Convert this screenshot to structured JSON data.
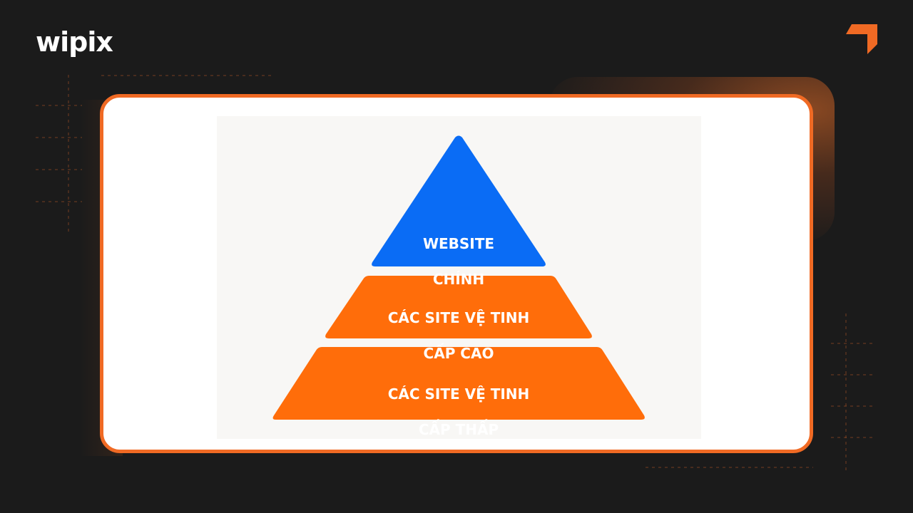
{
  "brand": {
    "logo_text": "wipix",
    "accent_color": "#f06a24",
    "background_color": "#1b1b1b",
    "corner_icon": "orange-arrow-corner-icon"
  },
  "pyramid": {
    "tiers": [
      {
        "line1": "WEBSITE",
        "line2": "CHÍNH",
        "color": "#0a6cf5"
      },
      {
        "line1": "CÁC SITE VỆ TINH",
        "line2": "CẤP CAO",
        "color": "#ff6d0a"
      },
      {
        "line1": "CÁC SITE VỆ TINH",
        "line2": "CẤP THẤP",
        "color": "#ff6d0a"
      }
    ]
  }
}
